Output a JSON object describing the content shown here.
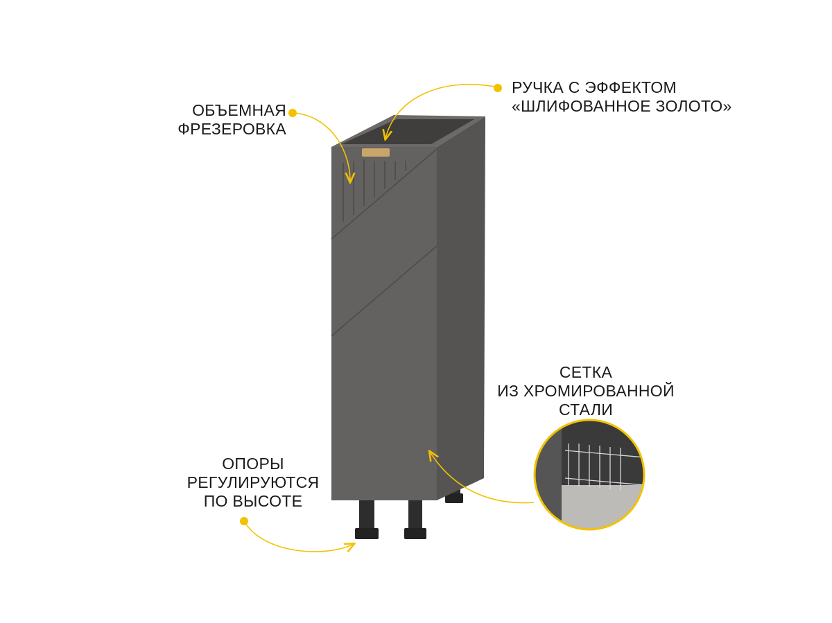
{
  "colors": {
    "accent": "#f2c200",
    "cabinet": "#5f5e5c",
    "text": "#1a1a1a"
  },
  "callouts": {
    "milling": {
      "lines": [
        "ОБЪЕМНАЯ",
        "ФРЕЗЕРОВКА"
      ]
    },
    "handle": {
      "lines": [
        "РУЧКА С ЭФФЕКТОМ",
        "«ШЛИФОВАННОЕ ЗОЛОТО»"
      ]
    },
    "mesh": {
      "lines": [
        "СЕТКА",
        "ИЗ ХРОМИРОВАННОЙ",
        "СТАЛИ"
      ]
    },
    "legs": {
      "lines": [
        "ОПОРЫ",
        "РЕГУЛИРУЮТСЯ",
        "ПО ВЫСОТЕ"
      ]
    }
  }
}
